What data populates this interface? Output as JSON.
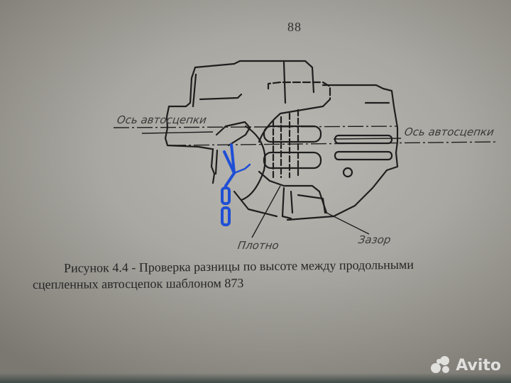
{
  "document": {
    "page_number": "88",
    "figure": {
      "axis_label_left": "Ось автосцепки",
      "axis_label_right": "Ось автосцепки",
      "label_tight": "Плотно",
      "label_gap": "Зазор",
      "highlight_color": "#1f4fd6"
    },
    "caption": {
      "line1": "Рисунок 4.4  - Проверка разницы по высоте между продольными",
      "line2": "сцепленных автосцепок шаблоном 873"
    }
  },
  "watermark": {
    "brand": "Avito",
    "color": "#e8e8e6"
  }
}
